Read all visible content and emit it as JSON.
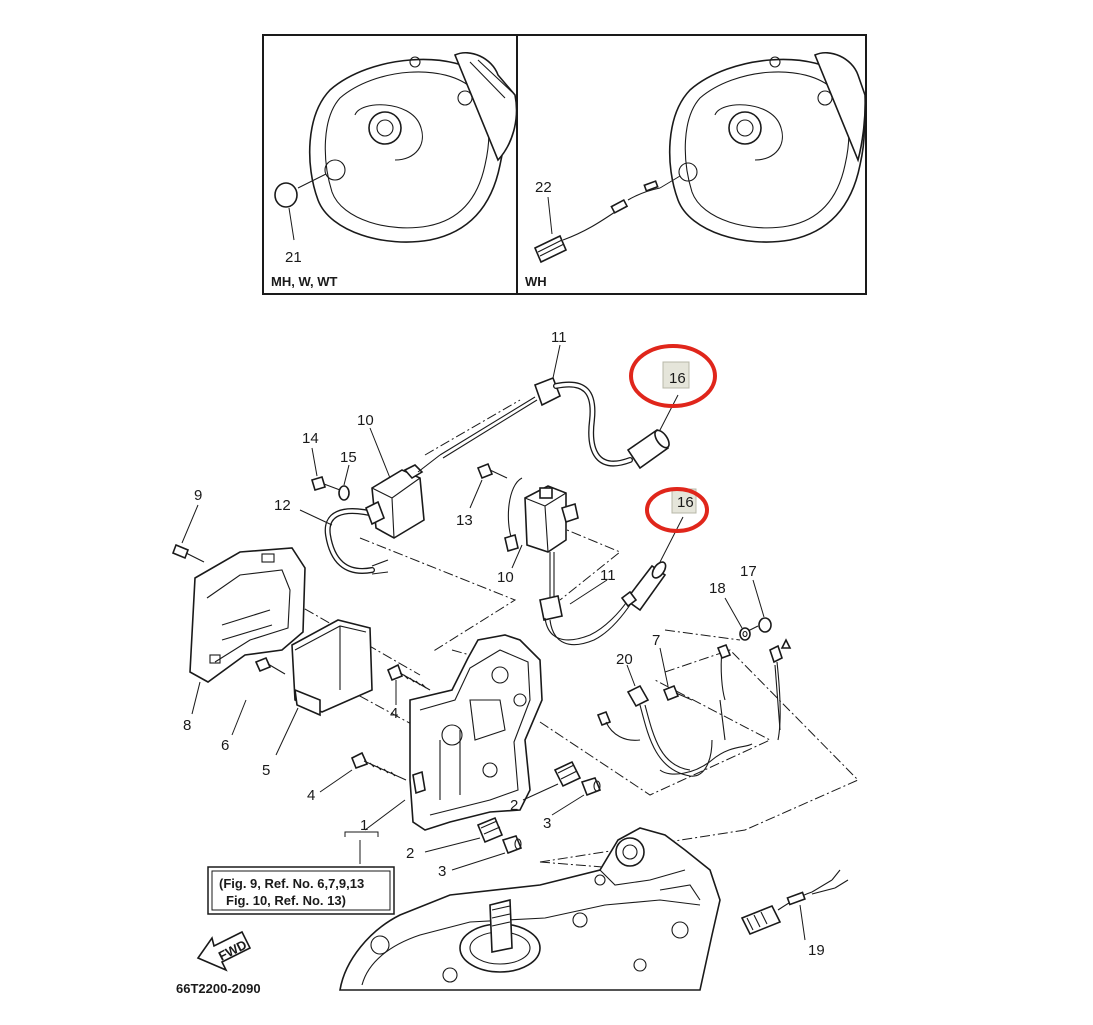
{
  "panels": {
    "left_label": "MH, W, WT",
    "right_label": "WH"
  },
  "callouts": {
    "c1": "1",
    "c2a": "2",
    "c2b": "2",
    "c3a": "3",
    "c3b": "3",
    "c4a": "4",
    "c4b": "4",
    "c5": "5",
    "c6": "6",
    "c7": "7",
    "c8": "8",
    "c9": "9",
    "c10a": "10",
    "c10b": "10",
    "c11a": "11",
    "c11b": "11",
    "c12": "12",
    "c13": "13",
    "c14": "14",
    "c15": "15",
    "c16a": "16",
    "c16b": "16",
    "c17": "17",
    "c18": "18",
    "c19": "19",
    "c20": "20",
    "c21": "21",
    "c22": "22"
  },
  "note": {
    "line1": "(Fig. 9, Ref. No. 6,7,9,13",
    "line2": "Fig. 10, Ref. No. 13)"
  },
  "fwd_arrow": "FWD",
  "drawing_number": "66T2200-2090",
  "highlight_color": "#e0261b"
}
